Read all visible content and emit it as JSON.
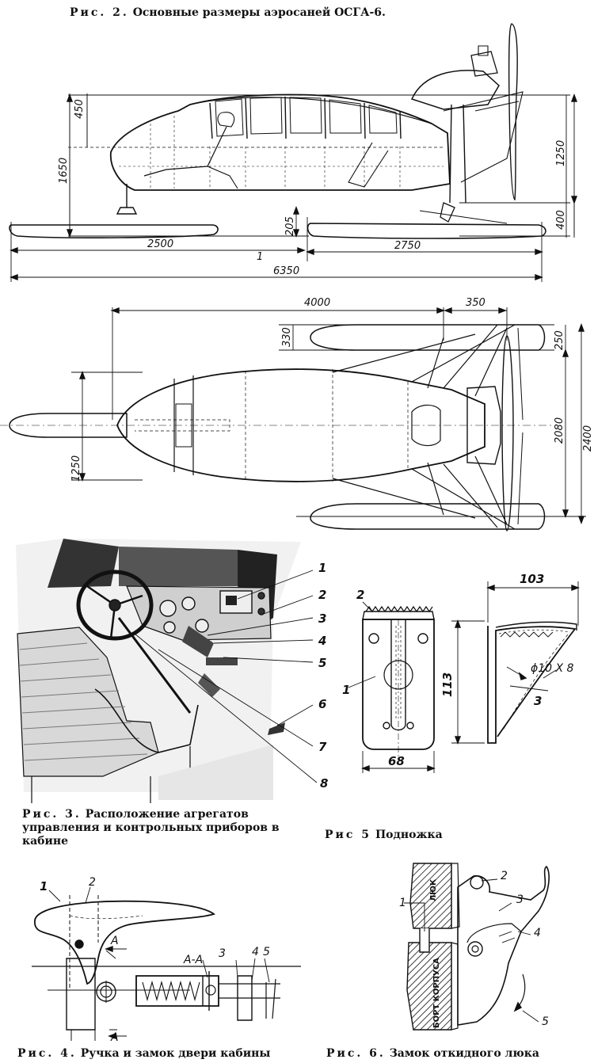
{
  "captions": {
    "fig2": {
      "prefix": "Рис. 2.",
      "text": "Основные размеры аэросаней ОСГА-6."
    },
    "fig3": {
      "prefix": "Рис. 3.",
      "text": "Расположение агрегатов управления и контрольных приборов в кабине"
    },
    "fig4": {
      "prefix": "Рис. 4.",
      "text": "Ручка и замок двери кабины"
    },
    "fig5": {
      "prefix": "Рис 5",
      "text": "Подножка"
    },
    "fig6": {
      "prefix": "Рис. 6.",
      "text": "Замок откидного люка"
    }
  },
  "side_view": {
    "dimensions": {
      "d450": "450",
      "d1650": "1650",
      "d1250": "1250",
      "d400": "400",
      "d205": "205",
      "d2500": "2500",
      "d2750": "2750",
      "d6350": "6350"
    },
    "marks": {
      "m1": "1"
    }
  },
  "top_view": {
    "dimensions": {
      "d4000": "4000",
      "d350": "350",
      "d330": "330",
      "d250": "250",
      "d2080": "2080",
      "d2400": "2400",
      "d1250": "1250"
    }
  },
  "fig3": {
    "callouts": [
      "1",
      "2",
      "3",
      "4",
      "5",
      "6",
      "7",
      "8"
    ]
  },
  "fig5": {
    "dimensions": {
      "d103": "103",
      "d113": "113",
      "d68": "68",
      "dphi": "ϕ10 X 8"
    },
    "callouts": {
      "c1": "1",
      "c2": "2",
      "c3": "3"
    }
  },
  "fig4": {
    "callouts": {
      "c1": "1",
      "c2": "2",
      "c3": "3",
      "c4": "4",
      "c5": "5"
    },
    "section_labels": {
      "a": "А",
      "aa": "А-А"
    }
  },
  "fig6": {
    "callouts": {
      "c1": "1",
      "c2": "2",
      "c3": "3",
      "c4": "4",
      "c5": "5"
    },
    "hatch_labels": {
      "hatch": "ЛЮК",
      "hull": "БОРТ КОРПУСА"
    }
  }
}
